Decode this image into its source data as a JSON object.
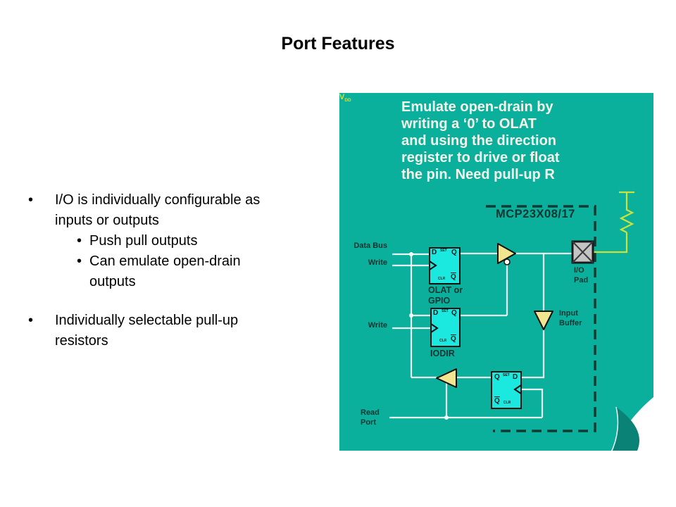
{
  "slide": {
    "title": "Port Features"
  },
  "bullets": {
    "item1": "I/O is individually configurable as\ninputs or outputs",
    "sub1": "Push pull outputs",
    "sub2": "Can emulate open-drain\noutputs",
    "item2": "Individually selectable pull-up\nresistors"
  },
  "diagram": {
    "note": "Emulate open-drain by\nwriting a ‘0’ to OLAT\nand using the direction\nregister to drive or float\nthe pin. Need pull-up R",
    "chip_label": "MCP23X08/17",
    "vdd_label": "V",
    "vdd_sub": "DD",
    "labels": {
      "data_bus": "Data Bus",
      "write1": "Write",
      "write2": "Write",
      "read_port": "Read\nPort",
      "olat": "OLAT or\nGPIO",
      "iodir": "IODIR",
      "input_buffer": "Input\nBuffer",
      "io_pad": "I/O\nPad"
    },
    "ff": {
      "d": "D",
      "q": "Q",
      "qbar": "Q",
      "set": "SET",
      "clr": "CLR"
    },
    "colors": {
      "panel_teal": "#0bb09d",
      "fold_teal": "#0a8376",
      "wire_white": "#e9f6f1",
      "flipflop_cyan": "#1be8df",
      "buffer_yellow": "#f1e58f",
      "pad_gray": "#c4c4c4",
      "pullup_yellow_green": "#cbe23a",
      "dark_label": "#103531",
      "note_text": "#f5f3e9"
    }
  }
}
